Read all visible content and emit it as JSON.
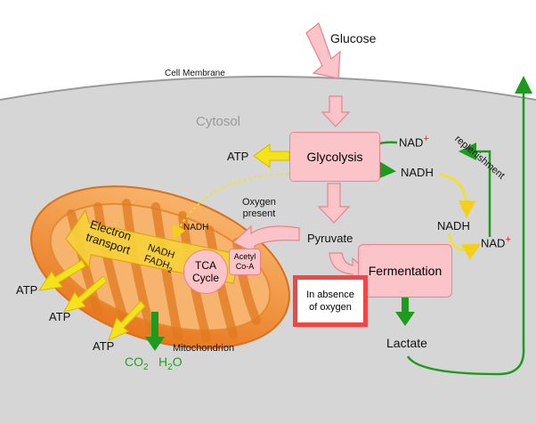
{
  "labels": {
    "glucose": "Glucose",
    "cell_membrane": "Cell Membrane",
    "cytosol": "Cytosol",
    "glycolysis": "Glycolysis",
    "atp_glycolysis": "ATP",
    "nad_top": "NAD",
    "nadh_top": "NADH",
    "replenishment": "replenishment",
    "oxygen_present": "Oxygen\npresent",
    "nadh_mito_link": "NADH",
    "pyruvate": "Pyruvate",
    "nadh_right": "NADH",
    "nad_right": "NAD",
    "electron_transport": "Electron\ntransport",
    "nadh_fadh": "NADH\nFADH",
    "fadh_subscript": "2",
    "tca_cycle": "TCA\nCycle",
    "acetyl_coa": "Acetyl\nCo-A",
    "fermentation": "Fermentation",
    "in_absence": "In absence\nof oxygen",
    "lactate": "Lactate",
    "mitochondrion": "Mitochondrion",
    "atp_1": "ATP",
    "atp_2": "ATP",
    "atp_3": "ATP",
    "co2": "CO",
    "co2_subscript": "2",
    "h2o_h": "H",
    "h2o_subscript": "2",
    "h2o_o": "O",
    "plus": "+"
  },
  "colors": {
    "cytosol_fill": "#d6d6d6",
    "membrane": "#9a9a9a",
    "process_box": "#fbc4c8",
    "process_border": "#e8838b",
    "arrow_pink": "#fbc4c8",
    "arrow_green": "#1e9a1e",
    "arrow_yellow": "#f4e31c",
    "mito_orange": "#f39a3c",
    "highlight_red": "#f04646",
    "cytosol_text": "#9a9a9a",
    "plus_red": "#e02020",
    "product_green": "#2a9a2a"
  }
}
